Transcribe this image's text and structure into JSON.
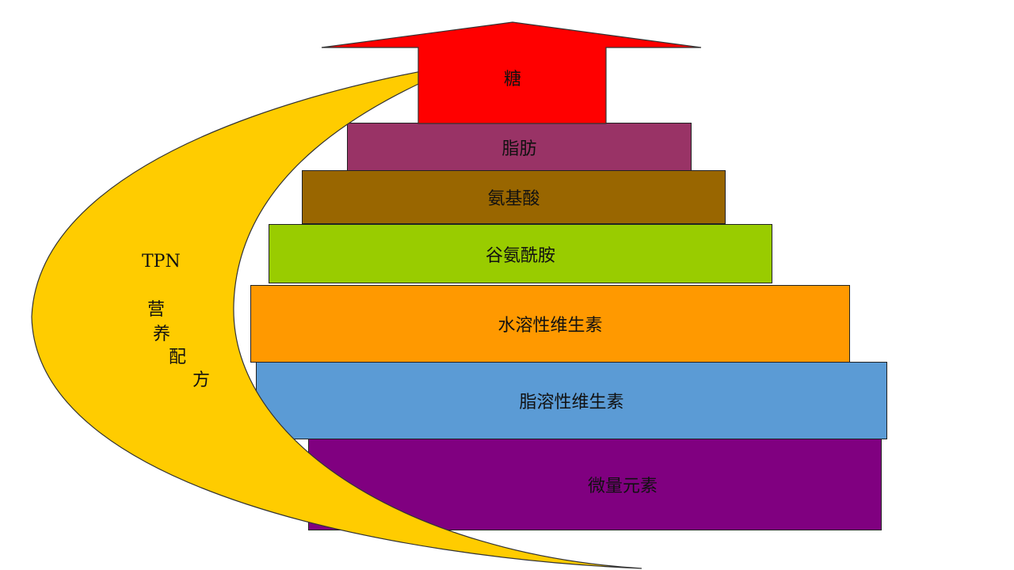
{
  "diagram": {
    "side_title": "TPN",
    "side_chars": [
      "营",
      "养",
      "配",
      "方"
    ],
    "top_arrow_label": "糖",
    "layers": [
      {
        "label": "脂肪",
        "color": "#993366"
      },
      {
        "label": "氨基酸",
        "color": "#996600"
      },
      {
        "label": "谷氨酰胺",
        "color": "#99cc00"
      },
      {
        "label": "水溶性维生素",
        "color": "#ff9900"
      },
      {
        "label": "脂溶性维生素",
        "color": "#5b9bd5"
      },
      {
        "label": "微量元素",
        "color": "#800080"
      }
    ],
    "colors": {
      "arrow": "#ff0000",
      "curve": "#ffcc00"
    }
  }
}
